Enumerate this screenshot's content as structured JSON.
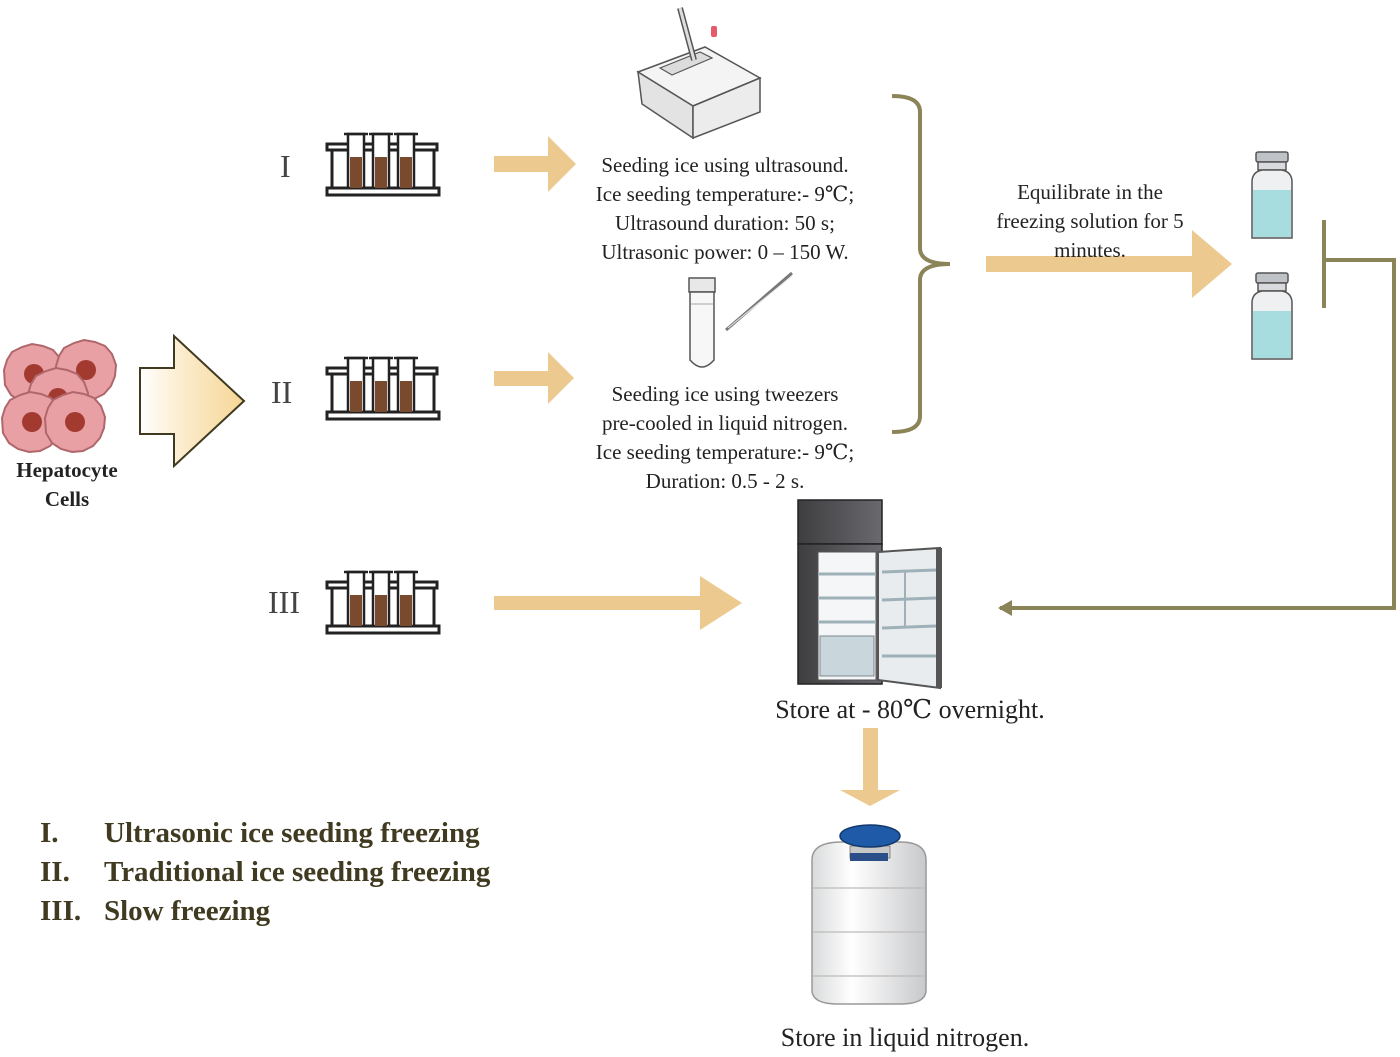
{
  "methods": [
    {
      "numeral": "I"
    },
    {
      "numeral": "II"
    },
    {
      "numeral": "III"
    }
  ],
  "cells": {
    "label_line1": "Hepatocyte",
    "label_line2": "Cells"
  },
  "method_ultrasound": {
    "lines": [
      "Seeding ice using ultrasound.",
      "Ice seeding temperature:- 9℃;",
      "Ultrasound duration: 50 s;",
      "Ultrasonic power: 0 – 150 W."
    ]
  },
  "method_tweezers": {
    "lines": [
      "Seeding ice using tweezers",
      "pre-cooled in liquid nitrogen.",
      "Ice seeding temperature:- 9℃;",
      "Duration: 0.5 - 2 s."
    ]
  },
  "equilibrate": {
    "lines": [
      "Equilibrate in the",
      "freezing solution for 5",
      "minutes."
    ]
  },
  "store_freezer": "Store at - 80℃ overnight.",
  "store_nitrogen": "Store in liquid nitrogen.",
  "legend": [
    {
      "num": "I.",
      "text": "Ultrasonic ice seeding freezing"
    },
    {
      "num": "II.",
      "text": "Traditional ice seeding freezing"
    },
    {
      "num": "III.",
      "text": "Slow freezing"
    }
  ],
  "colors": {
    "arrow": "#ecc98f",
    "bracket": "#8c8459",
    "tube_liquid": "#7a4a2e",
    "vial_liquid": "#a8dde0",
    "cell": "#e8a0a4",
    "nucleus": "#a33a30",
    "legend_text": "#3f3a20"
  }
}
